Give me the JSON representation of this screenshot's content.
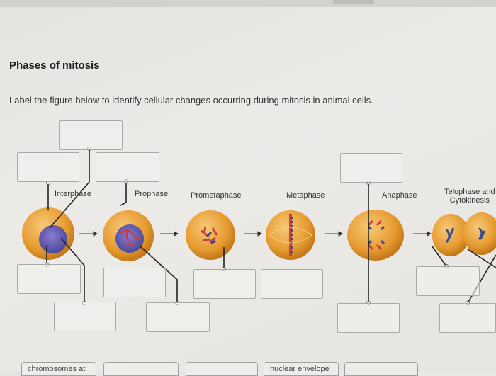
{
  "page": {
    "title": "Phases of mitosis",
    "instructions": "Label the figure below to identify cellular changes occurring during mitosis in animal cells."
  },
  "phases": [
    {
      "label": "Interphase"
    },
    {
      "label": "Prophase"
    },
    {
      "label": "Prometaphase"
    },
    {
      "label": "Metaphase"
    },
    {
      "label": "Anaphase"
    },
    {
      "label": "Telophase and",
      "label2": "Cytokinesis"
    }
  ],
  "answer_bank": [
    "chromosomes at",
    "",
    "",
    "nuclear envelope",
    ""
  ],
  "colors": {
    "cell": "#e8a030",
    "nucleus": "#6a6ab8",
    "chromosome_red": "#c84040",
    "chromosome_blue": "#3a4a90",
    "box_border": "#a9a9a9"
  }
}
